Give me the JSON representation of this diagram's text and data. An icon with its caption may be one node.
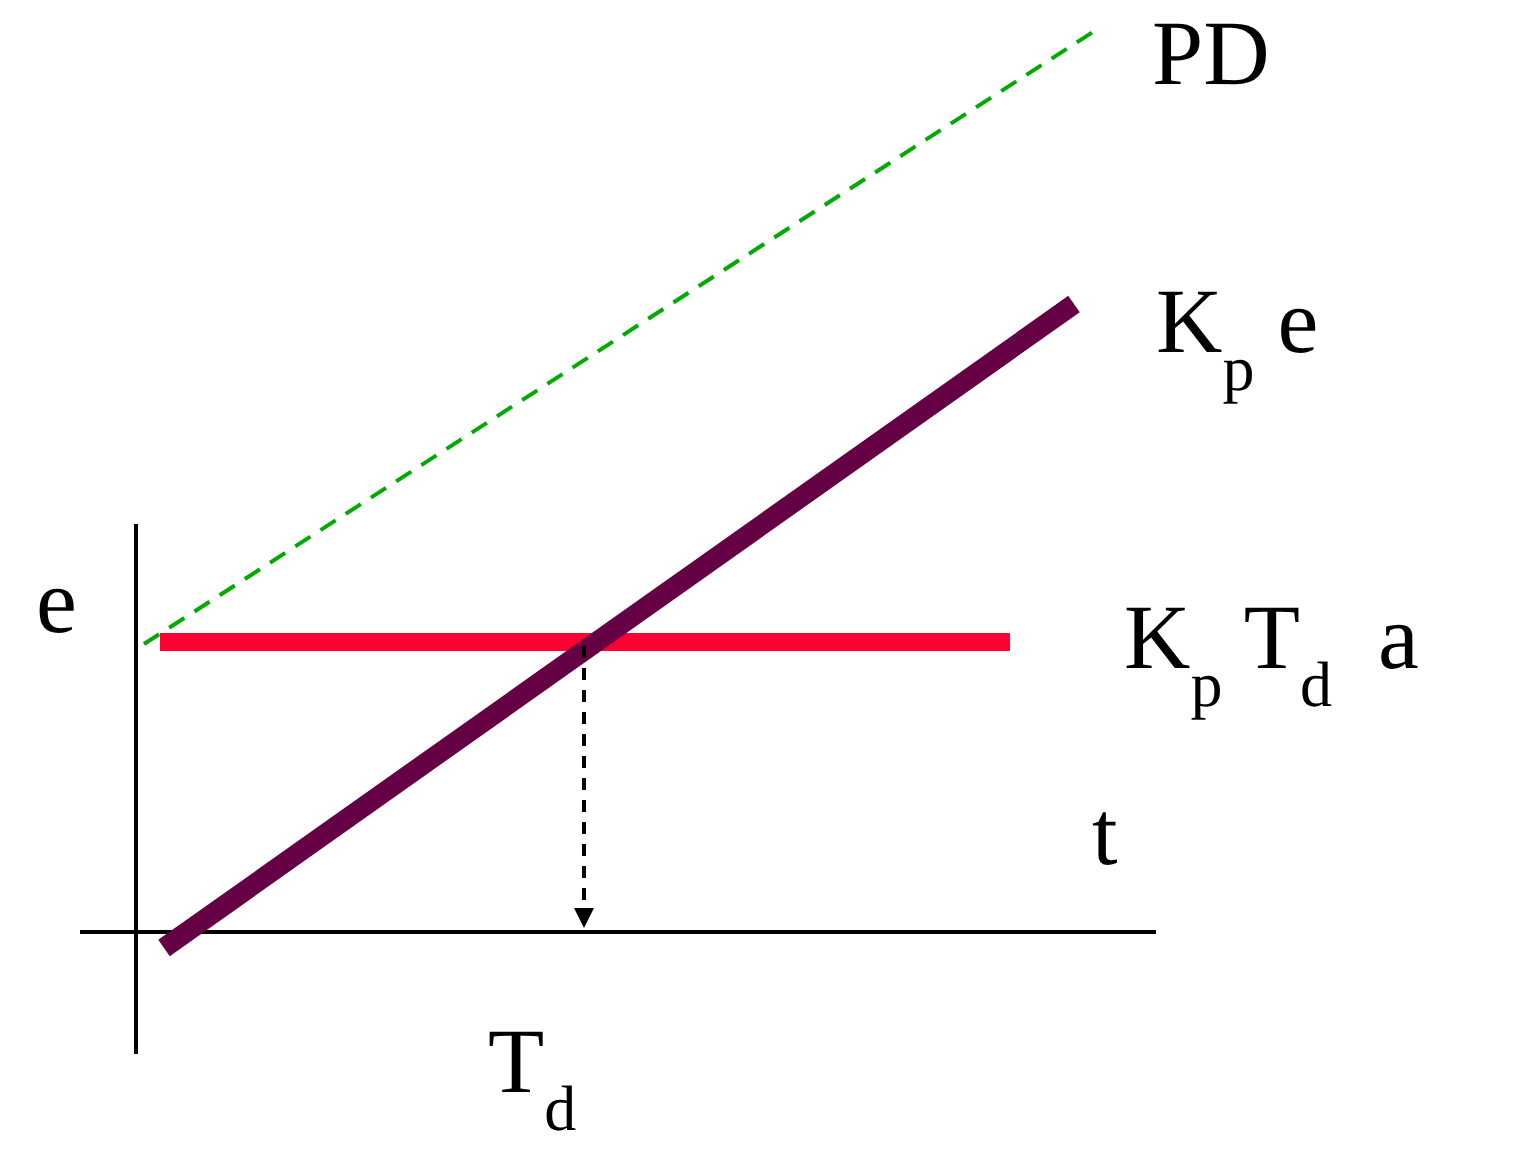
{
  "diagram": {
    "labels": [
      "PD",
      "K$_{p}$ e",
      "e",
      "K$_{p}$ T$_{d}$  a",
      "t",
      "T$_{d}$"
    ]
  }
}
